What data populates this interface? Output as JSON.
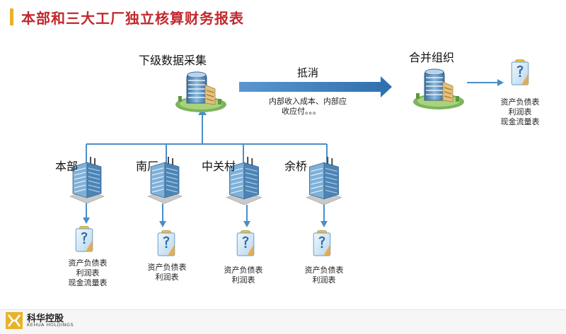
{
  "title": "本部和三大工厂独立核算财务报表",
  "collect": {
    "label": "下级数据采集"
  },
  "eliminate": {
    "label": "抵消",
    "note_line1": "内部收入成本、内部应",
    "note_line2": "收应付。。。"
  },
  "consolidate": {
    "label": "合并组织",
    "reports": [
      "资产负债表",
      "利润表",
      "现金流量表"
    ]
  },
  "units": [
    {
      "name": "本部",
      "reports": [
        "资产负债表",
        "利润表",
        "现金流量表"
      ]
    },
    {
      "name": "南厂",
      "reports": [
        "资产负债表",
        "利润表"
      ]
    },
    {
      "name": "中关村",
      "reports": [
        "资产负债表",
        "利润表"
      ]
    },
    {
      "name": "余桥",
      "reports": [
        "资产负债表",
        "利润表"
      ]
    }
  ],
  "logo": {
    "cn": "科华控股",
    "en": "KEHUA HOLDINGS"
  },
  "colors": {
    "title": "#c1282d",
    "accent": "#e8b32a",
    "connector": "#4a8ec9",
    "arrow": "#2e6fad"
  }
}
